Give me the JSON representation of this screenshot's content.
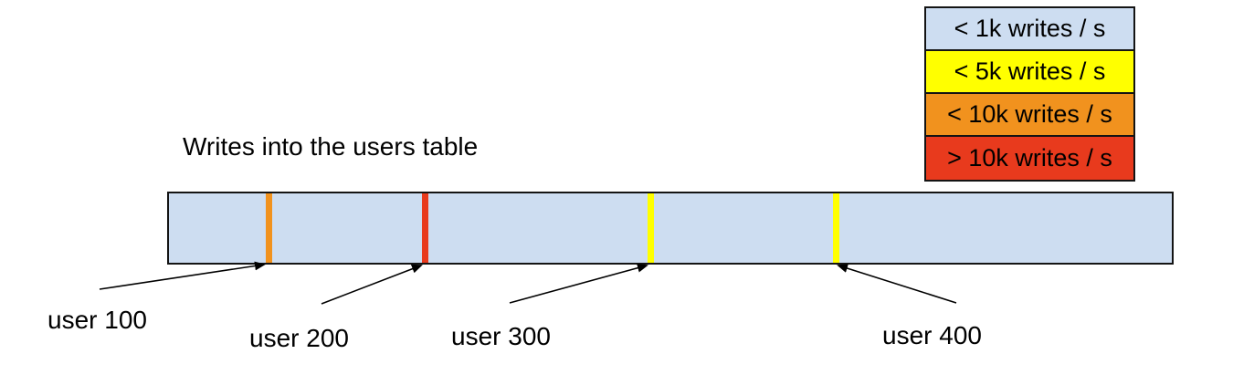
{
  "title": "Writes into the users table",
  "legend": {
    "items": [
      {
        "label": "< 1k writes / s",
        "color": "#cdddf1"
      },
      {
        "label": "< 5k writes / s",
        "color": "#ffff00"
      },
      {
        "label": "< 10k writes / s",
        "color": "#f1921e"
      },
      {
        "label": "> 10k writes / s",
        "color": "#e83a1d"
      }
    ]
  },
  "bar": {
    "fill_color": "#cdddf1",
    "fill_category": "< 1k writes / s",
    "stripes": [
      {
        "color": "#f1921e",
        "category": "< 10k writes / s",
        "points_to": "user 100"
      },
      {
        "color": "#e83a1d",
        "category": "> 10k writes / s",
        "points_to": "user 200"
      },
      {
        "color": "#ffff00",
        "category": "< 5k writes / s",
        "points_to": "user 300"
      },
      {
        "color": "#ffff00",
        "category": "< 5k writes / s",
        "points_to": "user 400"
      }
    ]
  },
  "user_labels": [
    {
      "text": "user 100"
    },
    {
      "text": "user 200"
    },
    {
      "text": "user 300"
    },
    {
      "text": "user 400"
    }
  ],
  "colors": {
    "background": "#ffffff",
    "text": "#000000",
    "arrow": "#000000",
    "border": "#141414"
  }
}
